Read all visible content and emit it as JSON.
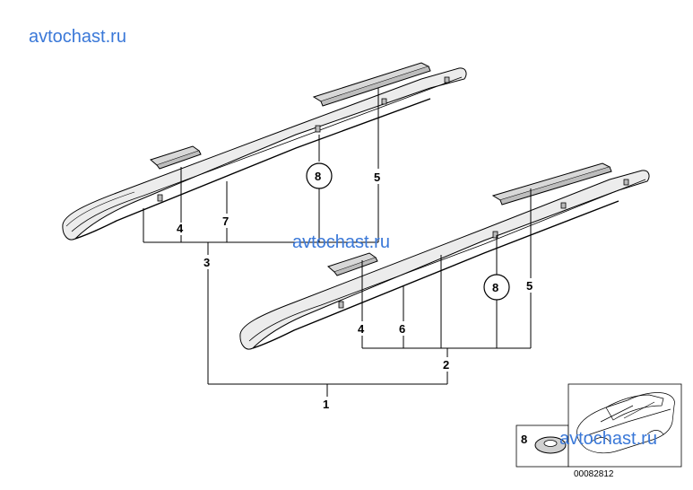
{
  "watermarks": {
    "top_left": "avtochast.ru",
    "center": "avtochast.ru",
    "bottom_right": "avtochast.ru"
  },
  "callouts": {
    "c1": "1",
    "c2": "2",
    "c3": "3",
    "c4_top": "4",
    "c4_bottom": "4",
    "c5_top": "5",
    "c5_bottom": "5",
    "c6": "6",
    "c7": "7",
    "c8_top": "8",
    "c8_bottom": "8",
    "c8_inset": "8"
  },
  "diagram_code": "00082812",
  "colors": {
    "watermark": "#3a78d8",
    "line": "#000000",
    "rail_fill": "#e8e8e8"
  }
}
